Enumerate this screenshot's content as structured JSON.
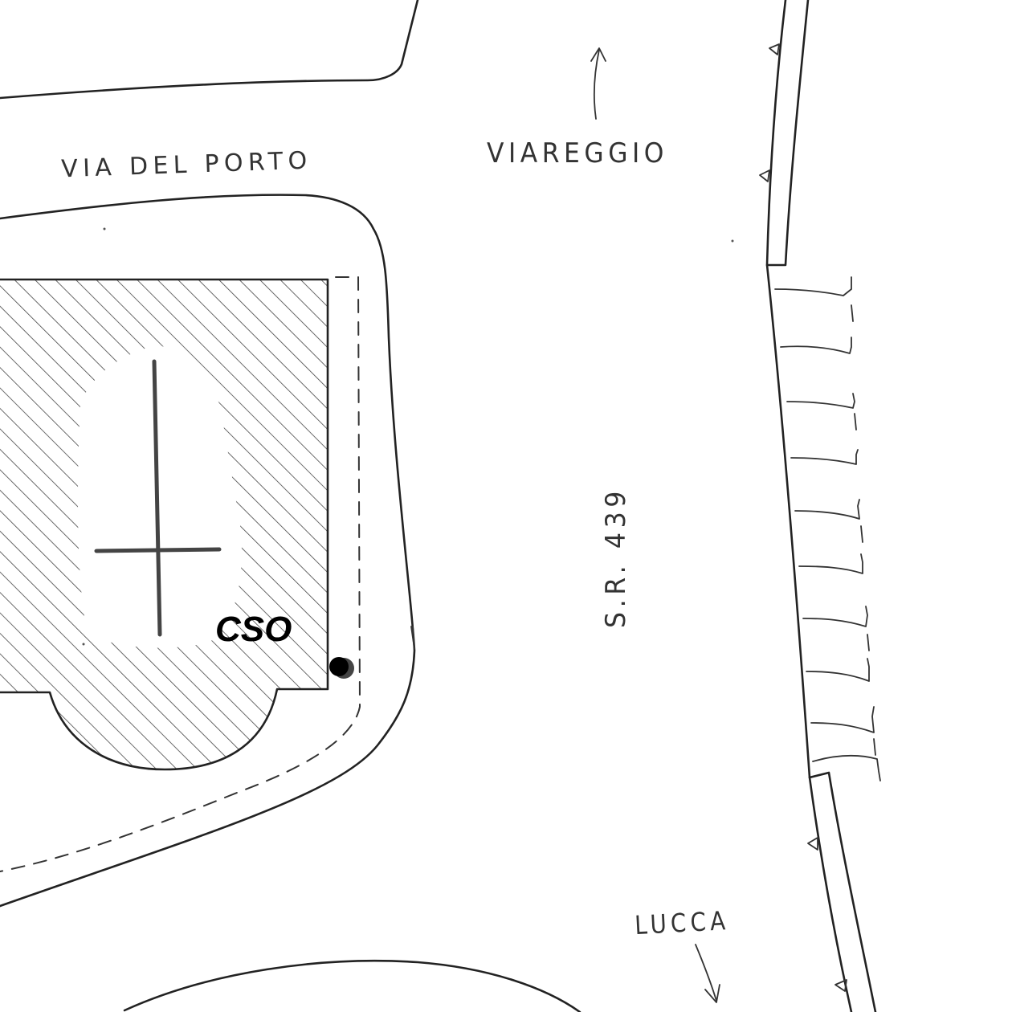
{
  "labels": {
    "street_top": "VIA DEL PORTO",
    "direction_north": "VIAREGGIO",
    "main_road": "S.R. 439",
    "direction_south": "LUCCA",
    "marker": "CSO"
  },
  "colors": {
    "ink": "#222222",
    "marker_dot": "#000000",
    "paper": "#ffffff"
  },
  "icons": {
    "north_arrow": "arrow-up-icon",
    "south_arrow": "arrow-down-icon",
    "church_cross": "cross-icon",
    "cso_point": "filled-circle-icon"
  }
}
